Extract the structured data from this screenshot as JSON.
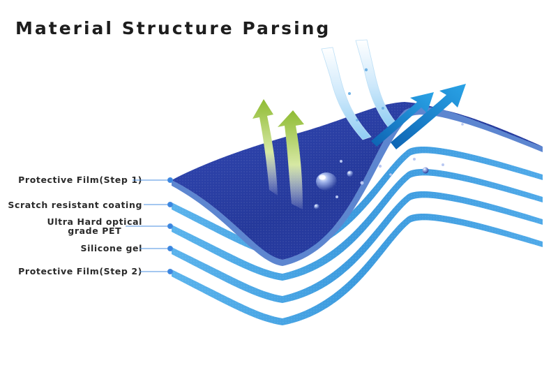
{
  "title": "Material Structure Parsing",
  "layers": [
    {
      "label_lines": [
        "Protective Film(Step 1)"
      ]
    },
    {
      "label_lines": [
        "Scratch resistant coating"
      ]
    },
    {
      "label_lines": [
        "Ultra Hard optical",
        "grade PET"
      ]
    },
    {
      "label_lines": [
        "Silicone gel"
      ]
    },
    {
      "label_lines": [
        "Protective Film(Step 2)"
      ]
    }
  ],
  "icons": [
    "steam-arrow-icon",
    "water-drop-icon",
    "deflect-arrow-icon"
  ],
  "colors": {
    "top_layer": "#2c3fa5",
    "lower_layer": "#3f9fdf",
    "leader_line": "#4a8fe0",
    "steam_arrow": "#9cc43e",
    "deflect_arrow": "#1580cc"
  }
}
